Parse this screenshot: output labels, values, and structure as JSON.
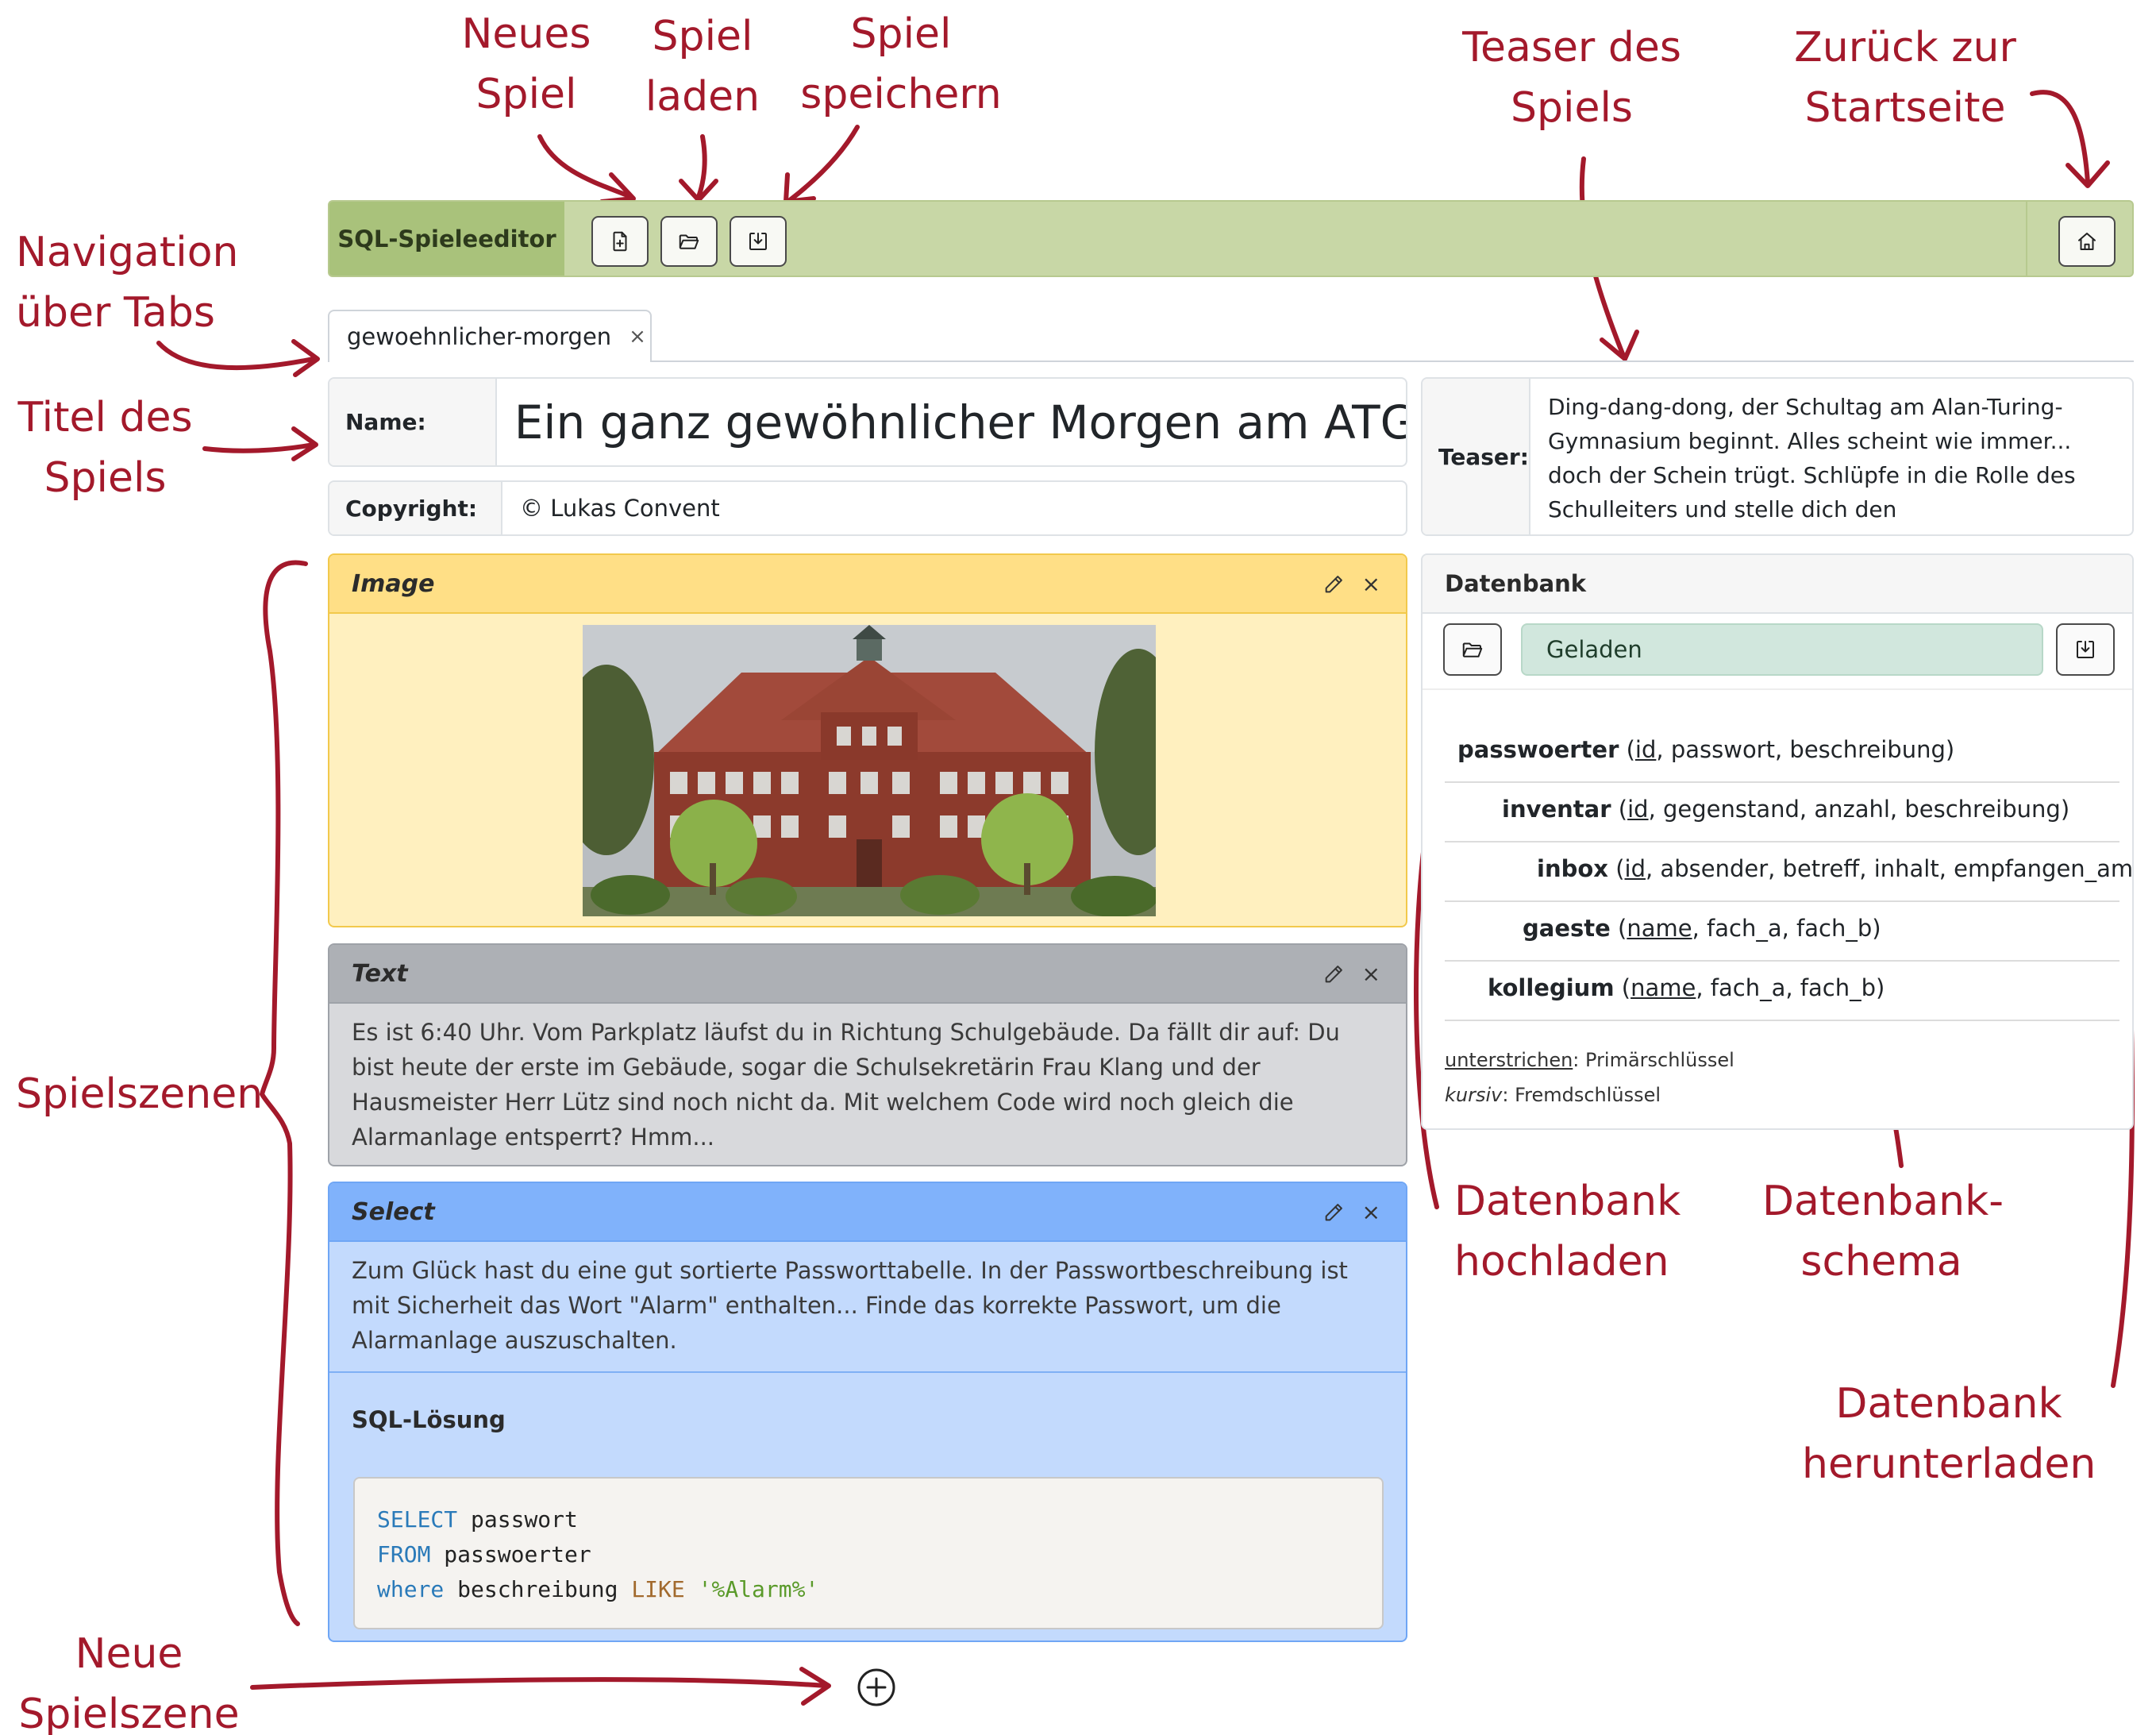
{
  "app": {
    "brand": "SQL-Spieleeditor"
  },
  "toolbar": {
    "new_game_icon": "file-plus-icon",
    "load_game_icon": "folder-open-icon",
    "save_game_icon": "download-icon",
    "home_icon": "home-icon"
  },
  "tabs": [
    {
      "label": "gewoehnlicher-morgen",
      "close": "×"
    }
  ],
  "game": {
    "name_label": "Name:",
    "name_value": "Ein ganz gewöhnlicher Morgen am ATG?",
    "copyright_label": "Copyright:",
    "copyright_value": "© Lukas Convent",
    "teaser_label": "Teaser:",
    "teaser_value": "Ding-dang-dong, der Schultag am Alan-Turing-Gymnasium beginnt. Alles scheint wie immer... doch der Schein trügt. Schlüpfe in die Rolle des Schulleiters und stelle dich den Herausforderungen"
  },
  "scenes": {
    "image": {
      "title": "Image",
      "close": "×"
    },
    "text": {
      "title": "Text",
      "close": "×",
      "body": "Es ist 6:40 Uhr. Vom Parkplatz läufst du in Richtung Schulgebäude. Da fällt dir auf: Du bist heute der erste im Gebäude, sogar die Schulsekretärin Frau Klang und der Hausmeister Herr Lütz sind noch nicht da. Mit welchem Code wird noch gleich die Alarmanlage entsperrt? Hmm..."
    },
    "select": {
      "title": "Select",
      "close": "×",
      "body": "Zum Glück hast du eine gut sortierte Passworttabelle. In der Passwortbeschreibung ist mit Sicherheit das Wort \"Alarm\" enthalten... Finde das korrekte Passwort, um die Alarmanlage auszuschalten.",
      "solution_title": "SQL-Lösung",
      "sql": {
        "l1_kw": "SELECT",
        "l1_rest": " passwort",
        "l2_kw": "FROM",
        "l2_rest": " passwoerter",
        "l3_kw": "where",
        "l3_mid": " beschreibung ",
        "l3_op": "LIKE",
        "l3_str": " '%Alarm%'"
      }
    }
  },
  "database": {
    "title": "Datenbank",
    "status": "Geladen",
    "tables": [
      {
        "name": "passwoerter",
        "pk": "id",
        "rest": ", passwort, beschreibung)"
      },
      {
        "name": "inventar",
        "pk": "id",
        "rest": ", gegenstand, anzahl, beschreibung)"
      },
      {
        "name": "inbox",
        "pk": "id",
        "rest": ", absender, betreff, inhalt, empfangen_am)"
      },
      {
        "name": "gaeste",
        "pk": "name",
        "rest": ", fach_a, fach_b)"
      },
      {
        "name": "kollegium",
        "pk": "name",
        "rest": ", fach_a, fach_b)"
      }
    ],
    "legend_pk_word": "unterstrichen",
    "legend_pk_text": ": Primärschlüssel",
    "legend_fk_word": "kursiv",
    "legend_fk_text": ": Fremdschlüssel"
  },
  "annotations": {
    "new_game": [
      "Neues",
      "Spiel"
    ],
    "load_game": [
      "Spiel",
      "laden"
    ],
    "save_game": [
      "Spiel",
      "speichern"
    ],
    "teaser": [
      "Teaser des",
      "Spiels"
    ],
    "home": [
      "Zurück zur",
      "Startseite"
    ],
    "tabs": [
      "Navigation",
      "über Tabs"
    ],
    "title": [
      "Titel des",
      "Spiels"
    ],
    "scenes": [
      "Spielszenen"
    ],
    "db_upload": [
      "Datenbank",
      "hochladen"
    ],
    "db_schema": [
      "Datenbank-",
      "schema"
    ],
    "db_download": [
      "Datenbank",
      "herunterladen"
    ],
    "new_scene": [
      "Neue",
      "Spielszene"
    ]
  },
  "colors": {
    "annotation": "#a3192b",
    "navbar": "#c8d7a6",
    "image_card": "#fff0bf",
    "text_card": "#d8d9dc",
    "select_card": "#c3dafd",
    "db_status": "#d1e7dd"
  }
}
